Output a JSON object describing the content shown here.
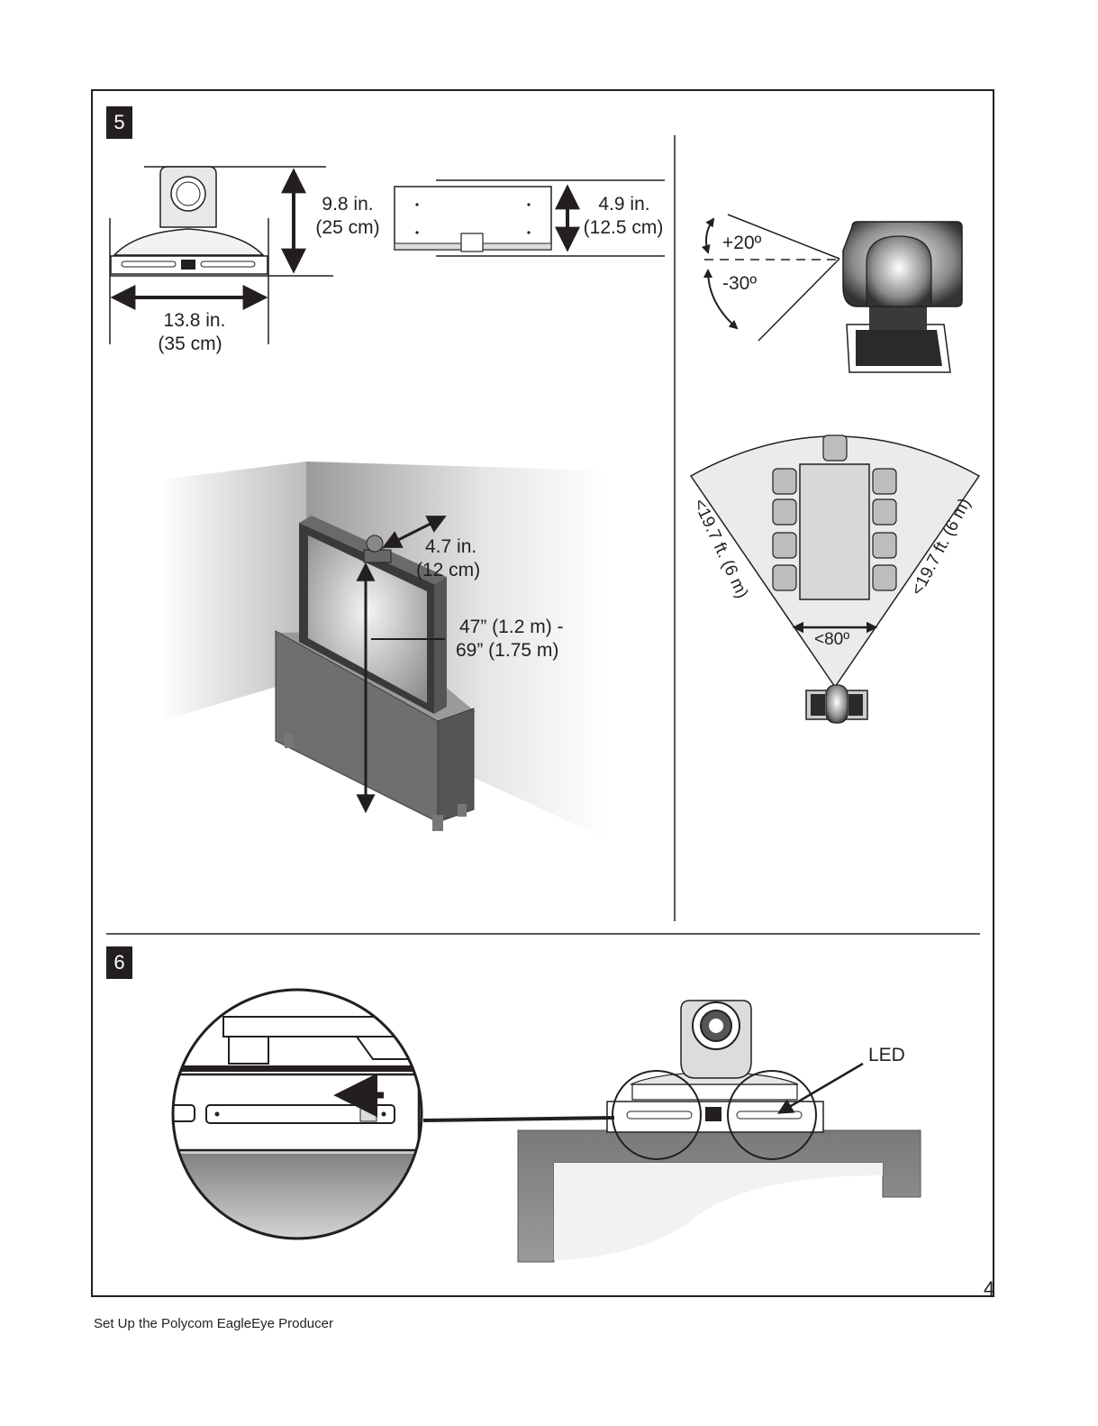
{
  "steps": {
    "five": "5",
    "six": "6"
  },
  "dimensions": {
    "height_in": "9.8 in.",
    "height_cm": "(25 cm)",
    "depth_in": "4.9 in.",
    "depth_cm": "(12.5 cm)",
    "width_in": "13.8 in.",
    "width_cm": "(35 cm)"
  },
  "tilt": {
    "up": "+20º",
    "down": "-30º"
  },
  "mounting": {
    "distance_in": "4.7 in.",
    "distance_cm": "(12 cm)",
    "height_line1": "47” (1.2 m) -",
    "height_line2": "69” (1.75 m)"
  },
  "coverage": {
    "range_left": "<19.7 ft. (6 m)",
    "range_right": "<19.7 ft. (6 m)",
    "angle": "<80º"
  },
  "step6": {
    "led_label": "LED"
  },
  "footer": {
    "title": "Set Up the Polycom EagleEye Producer",
    "page": "4"
  }
}
